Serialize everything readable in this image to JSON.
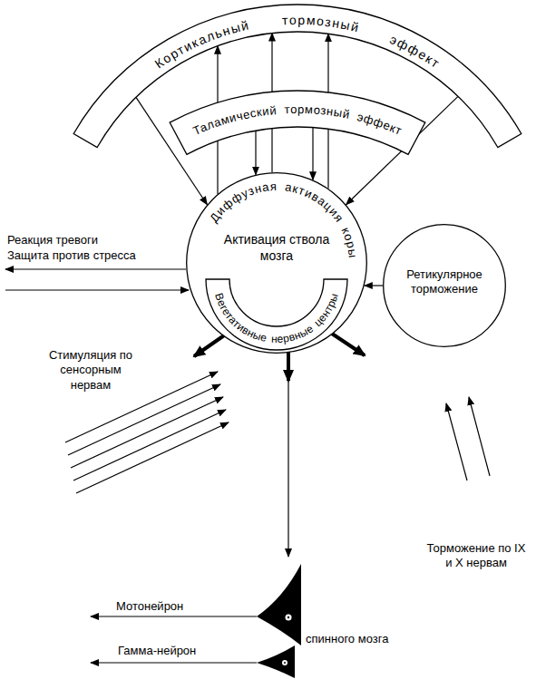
{
  "diagram": {
    "nodes": [
      {
        "text": [
          "Кортикальный тормозный эффект"
        ]
      },
      {
        "text": [
          "Таламический тормозный эффект"
        ]
      },
      {
        "text": [
          "Диффузная активация коры",
          "Активация ствола мозга"
        ]
      },
      {
        "text": [
          "Вегетативные нервные центры"
        ],
        "in": 2
      },
      {
        "text": [
          "Ретикулярное торможение"
        ]
      }
    ],
    "edges": [
      {
        "from": 0,
        "to": 2,
        "arrow": "to"
      },
      {
        "from": 0,
        "to": 2,
        "arrow": "to"
      },
      {
        "from": 2,
        "to": 0,
        "arrow": "to"
      },
      {
        "from": 2,
        "to": 0,
        "arrow": "to"
      },
      {
        "from": 2,
        "to": 0,
        "arrow": "to"
      },
      {
        "from": 1,
        "to": 2,
        "arrow": "to"
      },
      {
        "from": 1,
        "to": 2,
        "arrow": "to"
      },
      {
        "from": 4,
        "to": 2,
        "arrow": "to"
      }
    ],
    "labels": [
      "Реакция тревоги",
      "Защита против стресса",
      "Стимуляция по сенсорным нервам",
      "Торможение по IX и X нервам",
      "Мотонейрон",
      "Гамма-нейрон",
      "спинного мозга"
    ]
  }
}
